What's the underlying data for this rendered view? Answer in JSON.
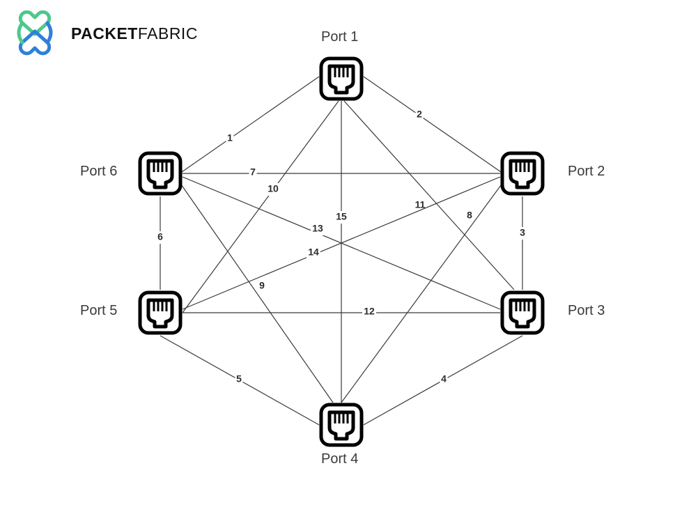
{
  "brand": {
    "name_bold": "PACKET",
    "name_light": "FABRIC",
    "logo_icon": "interlocking-hearts-logo",
    "logo_colors": [
      "#4cc98a",
      "#2f80d9"
    ]
  },
  "ports": [
    {
      "id": "p1",
      "label": "Port 1",
      "icon": "ethernet-port-icon"
    },
    {
      "id": "p2",
      "label": "Port 2",
      "icon": "ethernet-port-icon"
    },
    {
      "id": "p3",
      "label": "Port 3",
      "icon": "ethernet-port-icon"
    },
    {
      "id": "p4",
      "label": "Port 4",
      "icon": "ethernet-port-icon"
    },
    {
      "id": "p5",
      "label": "Port 5",
      "icon": "ethernet-port-icon"
    },
    {
      "id": "p6",
      "label": "Port 6",
      "icon": "ethernet-port-icon"
    }
  ],
  "edges": [
    {
      "label": "1",
      "from": "p1",
      "to": "p6"
    },
    {
      "label": "2",
      "from": "p1",
      "to": "p2"
    },
    {
      "label": "3",
      "from": "p2",
      "to": "p3"
    },
    {
      "label": "4",
      "from": "p3",
      "to": "p4"
    },
    {
      "label": "5",
      "from": "p4",
      "to": "p5"
    },
    {
      "label": "6",
      "from": "p5",
      "to": "p6"
    },
    {
      "label": "7",
      "from": "p6",
      "to": "p2"
    },
    {
      "label": "8",
      "from": "p2",
      "to": "p4"
    },
    {
      "label": "9",
      "from": "p6",
      "to": "p4"
    },
    {
      "label": "10",
      "from": "p1",
      "to": "p5"
    },
    {
      "label": "11",
      "from": "p1",
      "to": "p3"
    },
    {
      "label": "12",
      "from": "p5",
      "to": "p3"
    },
    {
      "label": "13",
      "from": "p6",
      "to": "p3"
    },
    {
      "label": "14",
      "from": "p5",
      "to": "p2"
    },
    {
      "label": "15",
      "from": "p1",
      "to": "p4"
    }
  ]
}
